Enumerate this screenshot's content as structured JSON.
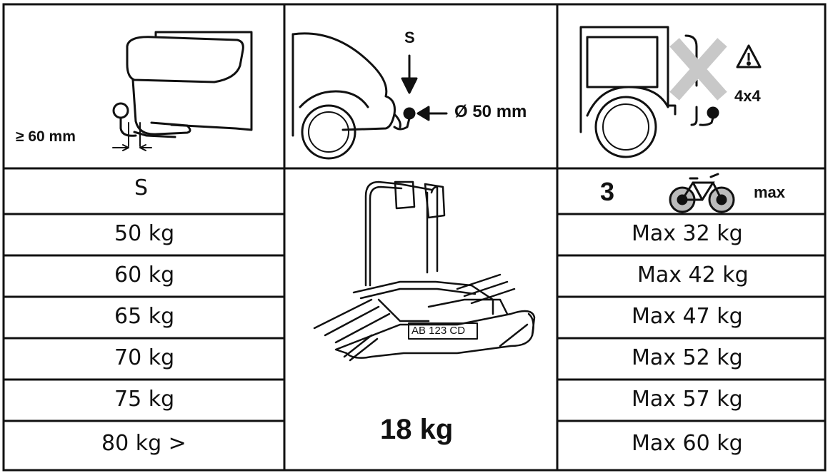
{
  "header": {
    "hitch_clearance_label": "≥ 60 mm",
    "ball_weight_label": "S",
    "ball_diameter_label": "Ø 50 mm",
    "warning_4x4_label": "4x4",
    "warning_icon": "warning-triangle-icon",
    "no_4x4_icon": "cross-icon"
  },
  "table": {
    "col_s_header": "S",
    "bikes_count": "3",
    "bikes_max_label": "max",
    "bike_icon": "bicycle-icon",
    "rows": [
      {
        "s": "50 kg",
        "max": "Max 32 kg"
      },
      {
        "s": "60 kg",
        "max": "Max 42 kg"
      },
      {
        "s": "65 kg",
        "max": "Max 47 kg"
      },
      {
        "s": "70 kg",
        "max": "Max 52 kg"
      },
      {
        "s": "75 kg",
        "max": "Max 57 kg"
      },
      {
        "s": "80 kg >",
        "max": "Max 60 kg"
      }
    ],
    "carrier_weight": "18 kg",
    "carrier_plate": "AB 123 CD"
  },
  "colors": {
    "line": "#111111",
    "cross": "#c8c8c8"
  }
}
